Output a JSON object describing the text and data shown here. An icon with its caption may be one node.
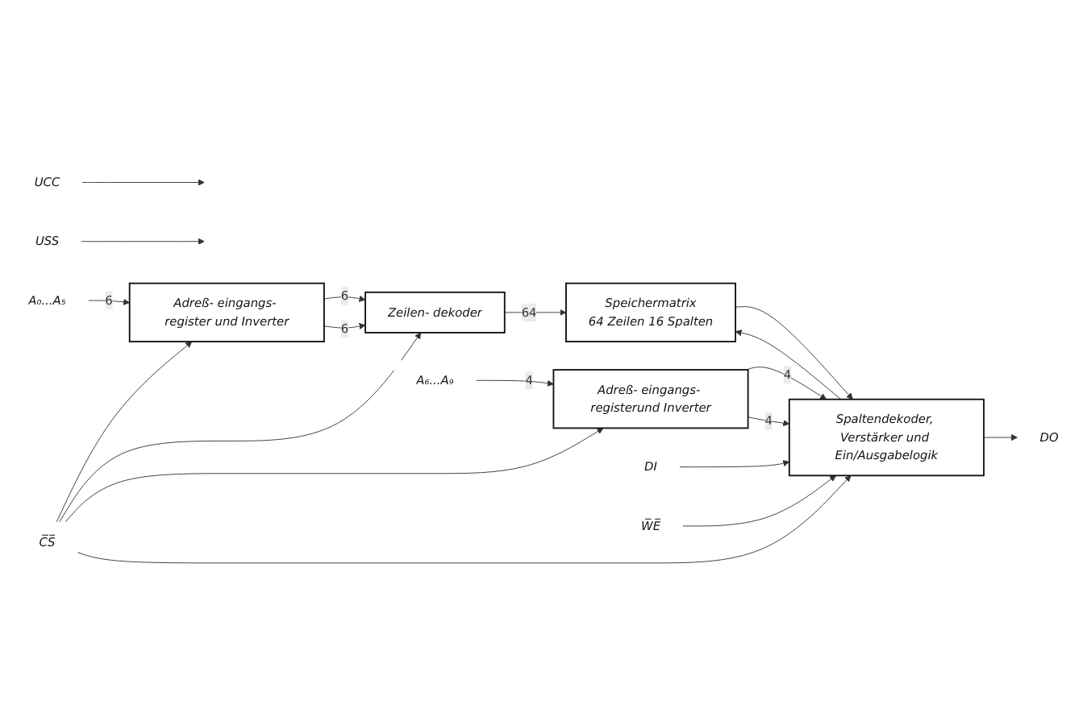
{
  "diagram": {
    "nodes": [
      {
        "text": [
          "A₀...A₅"
        ]
      },
      {
        "text": [
          "Adreß- eingangs- register und Inverter"
        ]
      },
      {
        "text": [
          "Zeilen- dekoder"
        ]
      },
      {
        "text": [
          "Speichermatrix",
          "64 Zeilen 16 Spalten"
        ]
      },
      {
        "text": [
          "A₆...A₉"
        ]
      },
      {
        "text": [
          "Adreß- eingangs- registerund Inverter"
        ]
      },
      {
        "text": [
          "Spaltendekoder, Verstärker und Ein/Ausgabelogik"
        ]
      },
      {
        "text": [
          "DI"
        ]
      },
      {
        "text": [
          "DO"
        ]
      },
      {
        "text": [
          "C̅S̅"
        ]
      },
      {
        "text": [
          "W̅E̅"
        ]
      },
      {
        "text": [
          "UCC"
        ]
      },
      {
        "text": [
          "USS"
        ]
      }
    ],
    "edges": [
      {
        "from": 0,
        "to": 1,
        "arrow": "to",
        "label": "6"
      },
      {
        "from": 1,
        "to": 2,
        "arrow": "to",
        "label": "6"
      },
      {
        "from": 1,
        "to": 2,
        "arrow": "to",
        "label": "6"
      },
      {
        "from": 2,
        "to": 3,
        "arrow": "to",
        "label": "64"
      },
      {
        "from": 4,
        "to": 5,
        "arrow": "to",
        "label": "4"
      },
      {
        "from": 5,
        "to": 6,
        "arrow": "to",
        "label": "4"
      },
      {
        "from": 5,
        "to": 6,
        "arrow": "to",
        "label": "4"
      },
      {
        "from": 6,
        "to": 3,
        "arrow": "to"
      },
      {
        "from": 3,
        "to": 6,
        "arrow": "to"
      },
      {
        "from": 7,
        "to": 6,
        "arrow": "to"
      },
      {
        "from": 6,
        "to": 8,
        "arrow": "to"
      },
      {
        "from": 9,
        "to": 1,
        "arrow": "to"
      },
      {
        "from": 9,
        "to": 2,
        "arrow": "to"
      },
      {
        "from": 9,
        "to": 5,
        "arrow": "to"
      },
      {
        "from": 9,
        "to": 6,
        "arrow": "to"
      },
      {
        "from": 10,
        "to": 6,
        "arrow": "to"
      },
      {
        "from": 11,
        "to": null,
        "arrow": "to"
      },
      {
        "from": 12,
        "to": null,
        "arrow": "to"
      }
    ]
  }
}
